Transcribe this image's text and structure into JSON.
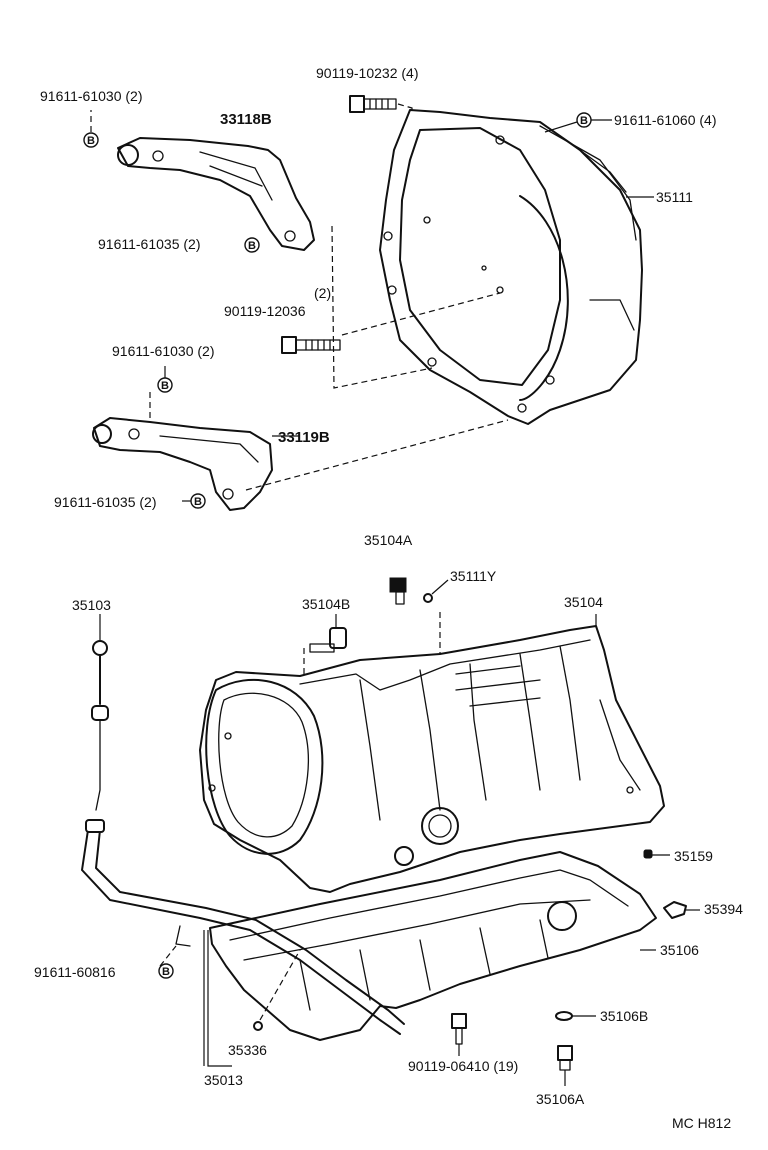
{
  "labels": {
    "bolt_91611_61030_top": "91611-61030 (2)",
    "bracket_33118B": "33118B",
    "bolt_91611_61035_top": "91611-61035 (2)",
    "bolt_90119_10232": "90119-10232 (4)",
    "bolt_91611_61060": "91611-61060 (4)",
    "housing_35111": "35111",
    "qty_90119_12036": "(2)",
    "bolt_90119_12036": "90119-12036",
    "bolt_91611_61030_mid": "91611-61030 (2)",
    "bracket_33119B": "33119B",
    "bolt_91611_61035_mid": "91611-61035 (2)",
    "part_35104A": "35104A",
    "part_35111Y": "35111Y",
    "part_35104B": "35104B",
    "part_35103": "35103",
    "case_35104": "35104",
    "part_35159": "35159",
    "part_35394": "35394",
    "pan_35106": "35106",
    "bolt_91611_60816": "91611-60816",
    "part_35106B": "35106B",
    "part_35336": "35336",
    "bolt_90119_06410": "90119-06410 (19)",
    "part_35013": "35013",
    "plug_35106A": "35106A",
    "footer_code": "MC  H812"
  },
  "badge_letter": "B"
}
